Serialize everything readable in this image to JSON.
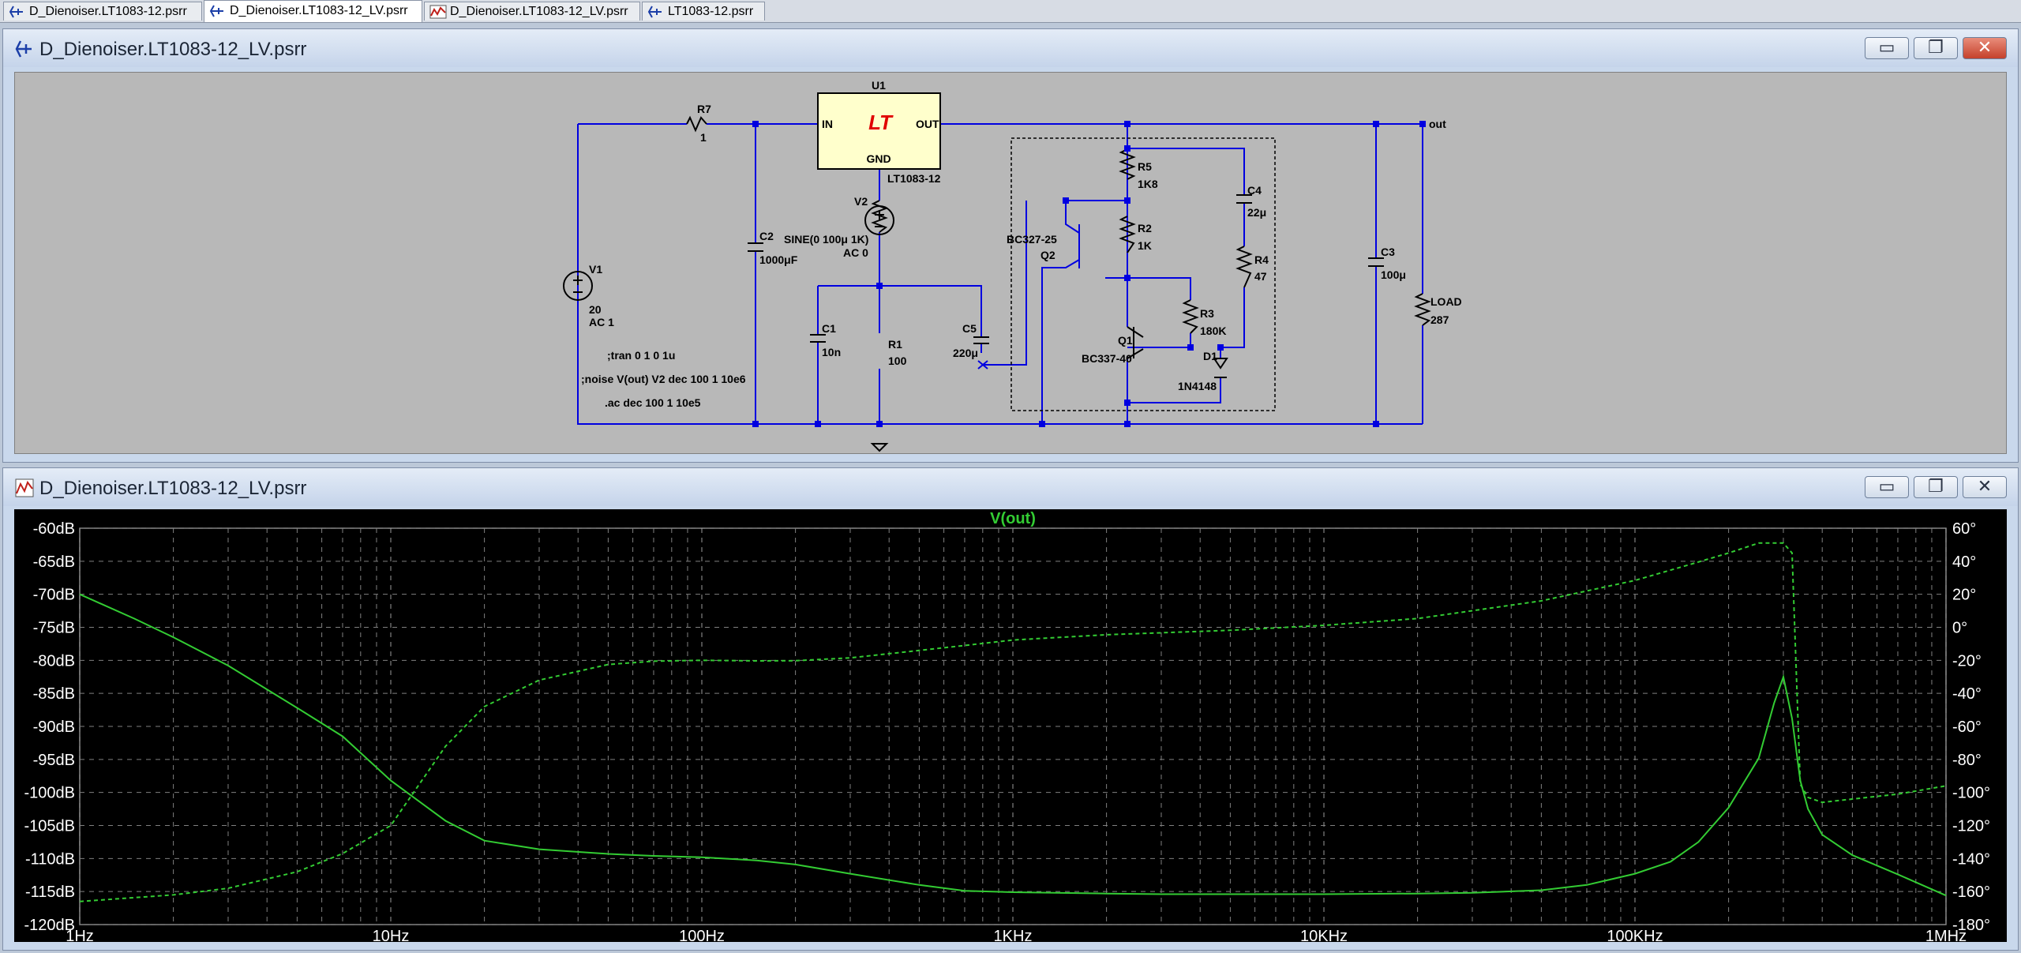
{
  "tabs": [
    {
      "label": "D_Dienoiser.LT1083-12.psrr",
      "active": false,
      "icon": "schematic-icon"
    },
    {
      "label": "D_Dienoiser.LT1083-12_LV.psrr",
      "active": true,
      "icon": "schematic-icon"
    },
    {
      "label": "D_Dienoiser.LT1083-12_LV.psrr",
      "active": false,
      "icon": "waveform-icon"
    },
    {
      "label": "LT1083-12.psrr",
      "active": false,
      "icon": "schematic-icon"
    }
  ],
  "schematic_window": {
    "title": "D_Dienoiser.LT1083-12_LV.psrr",
    "icon": "schematic-icon",
    "buttons": {
      "minimize": "▭",
      "restore": "❐",
      "close": "✕"
    }
  },
  "schematic": {
    "u1": {
      "ref": "U1",
      "in": "IN",
      "out": "OUT",
      "gnd": "GND",
      "part": "LT1083-12",
      "logo": "LT"
    },
    "r7": {
      "ref": "R7",
      "value": "1"
    },
    "c2": {
      "ref": "C2",
      "value": "1000μF"
    },
    "v1": {
      "ref": "V1",
      "value": "20",
      "ac": "AC 1"
    },
    "v2": {
      "ref": "V2",
      "value": "SINE(0 100μ 1K)",
      "ac": "AC 0"
    },
    "c1": {
      "ref": "C1",
      "value": "10n"
    },
    "r1": {
      "ref": "R1",
      "value": "100"
    },
    "c5": {
      "ref": "C5",
      "value": "220μ"
    },
    "q2": {
      "ref": "Q2",
      "part": "BC327-25"
    },
    "r5": {
      "ref": "R5",
      "value": "1K8"
    },
    "r2": {
      "ref": "R2",
      "value": "1K"
    },
    "c4": {
      "ref": "C4",
      "value": "22μ"
    },
    "r4": {
      "ref": "R4",
      "value": "47"
    },
    "r3": {
      "ref": "R3",
      "value": "180K"
    },
    "q1": {
      "ref": "Q1",
      "part": "BC337-40"
    },
    "d1": {
      "ref": "D1",
      "part": "1N4148"
    },
    "c3": {
      "ref": "C3",
      "value": "100μ"
    },
    "load": {
      "ref": "LOAD",
      "value": "287"
    },
    "out_label": "out",
    "directives": [
      ";tran 0 1 0 1u",
      ";noise V(out) V2 dec 100 1 10e6",
      ".ac dec 100 1 10e5"
    ]
  },
  "plot_window": {
    "title": "D_Dienoiser.LT1083-12_LV.psrr",
    "icon": "waveform-icon",
    "buttons": {
      "minimize": "▭",
      "restore": "❐",
      "close": "✕"
    }
  },
  "chart_data": {
    "type": "line",
    "title": "V(out)",
    "trace_color": "#33cc33",
    "background": "#000000",
    "grid": true,
    "xscale": "log",
    "x_ticks": [
      "1Hz",
      "10Hz",
      "100Hz",
      "1KHz",
      "10KHz",
      "100KHz",
      "1MHz"
    ],
    "xlim": [
      1,
      1000000
    ],
    "ylim_left": [
      -120,
      -60
    ],
    "y_ticks_left": [
      "-60dB",
      "-65dB",
      "-70dB",
      "-75dB",
      "-80dB",
      "-85dB",
      "-90dB",
      "-95dB",
      "-100dB",
      "-105dB",
      "-110dB",
      "-115dB",
      "-120dB"
    ],
    "ylim_right": [
      -180,
      60
    ],
    "y_ticks_right": [
      "60°",
      "40°",
      "20°",
      "0°",
      "-20°",
      "-40°",
      "-60°",
      "-80°",
      "-100°",
      "-120°",
      "-140°",
      "-160°",
      "-180°"
    ],
    "series": [
      {
        "style": "solid",
        "axis": "magnitude",
        "x": [
          1,
          1.5,
          2,
          3,
          5,
          7,
          10,
          15,
          20,
          30,
          50,
          70,
          100,
          150,
          200,
          300,
          500,
          700,
          1000,
          2000,
          3000,
          5000,
          10000,
          20000,
          30000,
          50000,
          70000,
          100000,
          130000,
          160000,
          200000,
          250000,
          280000,
          300000,
          320000,
          340000,
          360000,
          400000,
          500000,
          700000,
          1000000
        ],
        "y": [
          -70,
          -73.7,
          -76.5,
          -80.8,
          -87.2,
          -91.5,
          -98.2,
          -104.3,
          -107.3,
          -108.6,
          -109.3,
          -109.6,
          -109.8,
          -110.3,
          -110.9,
          -112.3,
          -114,
          -114.9,
          -115.1,
          -115.3,
          -115.4,
          -115.4,
          -115.4,
          -115.3,
          -115.2,
          -114.8,
          -114,
          -112.3,
          -110.5,
          -107.5,
          -102.3,
          -94.8,
          -86.5,
          -82.5,
          -88.8,
          -98.2,
          -102.5,
          -106.4,
          -109.5,
          -112.4,
          -115.6
        ]
      },
      {
        "style": "dashed",
        "axis": "phase",
        "x": [
          1,
          2,
          3,
          5,
          7,
          10,
          15,
          20,
          30,
          50,
          70,
          100,
          150,
          200,
          300,
          500,
          700,
          1000,
          2000,
          5000,
          10000,
          20000,
          50000,
          100000,
          150000,
          200000,
          250000,
          300000,
          320000,
          340000,
          360000,
          400000,
          500000,
          700000,
          1000000
        ],
        "y": [
          -166,
          -162,
          -158,
          -148,
          -137,
          -120,
          -72,
          -48,
          -32,
          -22.5,
          -20.5,
          -20,
          -20.3,
          -20.2,
          -18.5,
          -14,
          -11,
          -7.7,
          -4.5,
          -1.8,
          1.2,
          5.3,
          16,
          28.4,
          38,
          45,
          51,
          51,
          45,
          -95,
          -103,
          -106,
          -104,
          -101,
          -96
        ]
      }
    ]
  }
}
